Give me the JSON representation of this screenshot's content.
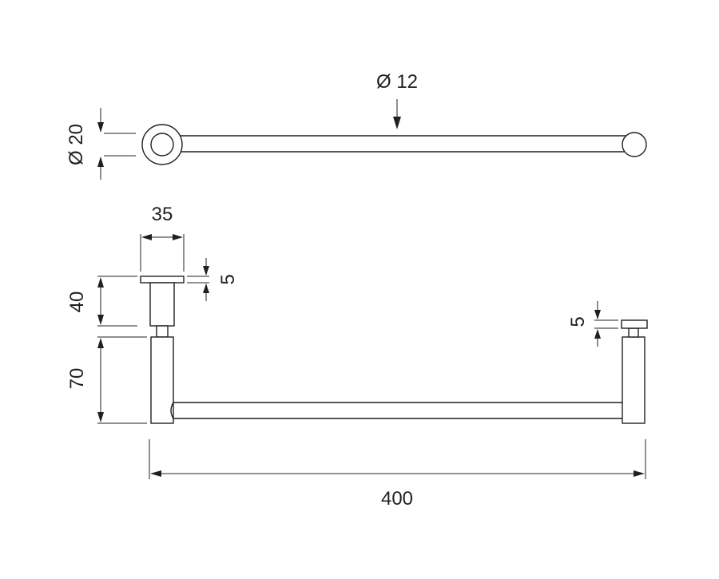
{
  "dimensions": {
    "bar_diameter": "Ø 12",
    "base_diameter": "Ø 20",
    "base_width": "35",
    "left_flange_thickness": "5",
    "right_flange_thickness": "5",
    "mount_height": "40",
    "arm_height": "70",
    "overall_length": "400"
  },
  "colors": {
    "line": "#231f20",
    "background": "#ffffff"
  }
}
